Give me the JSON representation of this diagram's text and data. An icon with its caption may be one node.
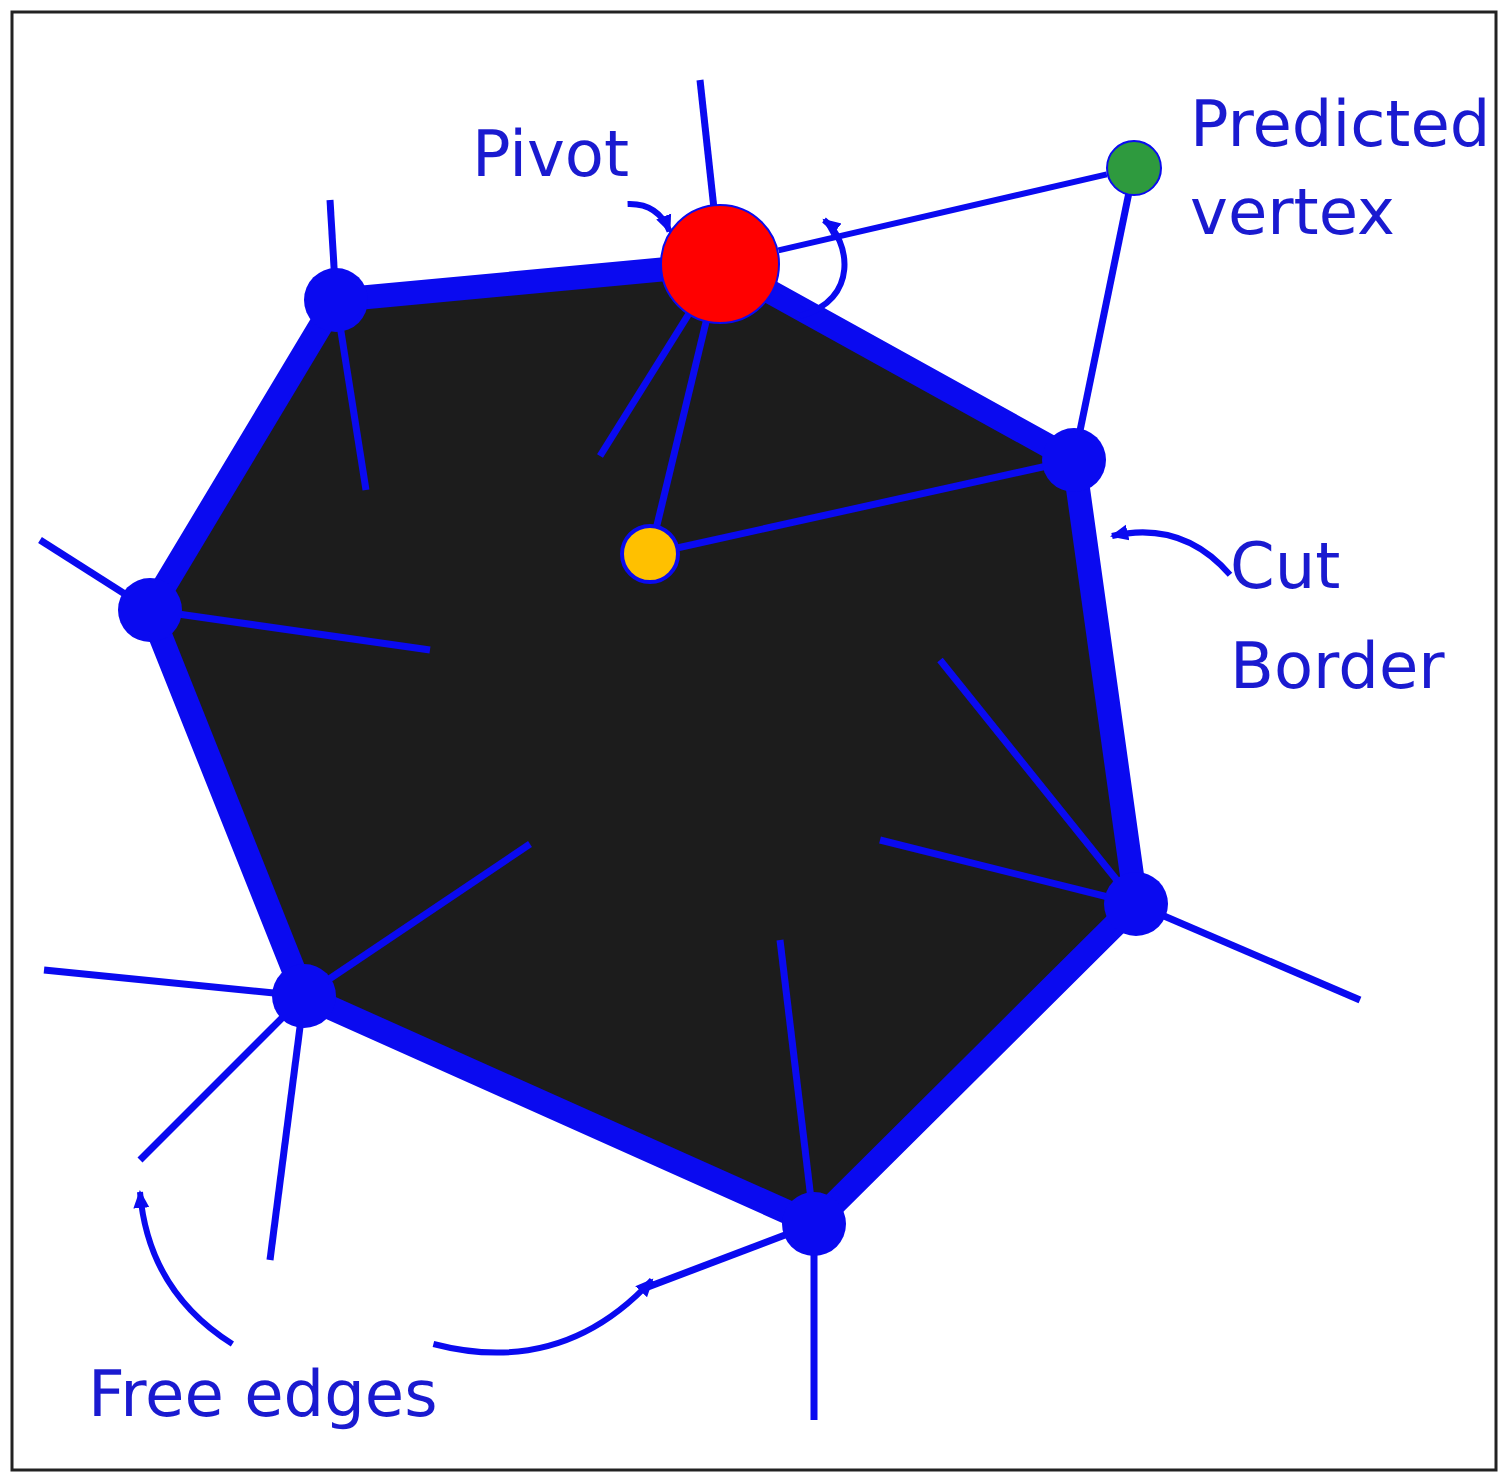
{
  "diagram": {
    "nodes": [
      {
        "text": [
          "Pivot"
        ]
      },
      {
        "text": [],
        "shape": "circle"
      },
      {
        "text": [],
        "shape": "circle",
        "beside": [
          "Predicted vertex"
        ]
      },
      {
        "text": [
          "Cut Border"
        ]
      },
      {
        "text": [
          "Free edges"
        ]
      }
    ],
    "edges": [
      {
        "from": 0,
        "to": 1,
        "arrow": "to"
      },
      {
        "from": 1,
        "to": 2,
        "arrow": "none"
      },
      {
        "from": 3,
        "to": null,
        "arrow": "to"
      },
      {
        "from": 4,
        "to": null,
        "arrow": "to"
      },
      {
        "from": 4,
        "to": null,
        "arrow": "to"
      }
    ]
  }
}
